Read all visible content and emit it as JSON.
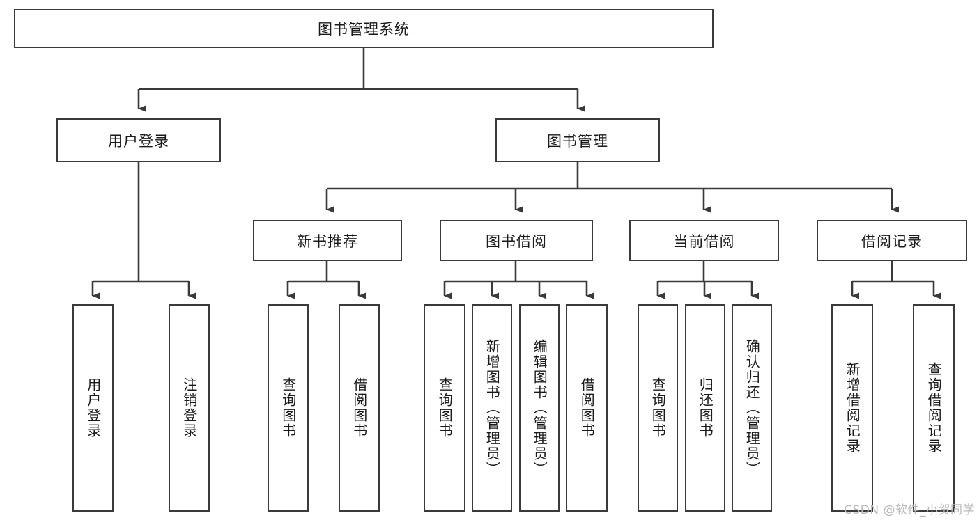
{
  "diagram": {
    "type": "tree-hierarchy",
    "title": "图书管理系统",
    "watermark": "CSDN @软件_小贺同学",
    "colors": {
      "border": "#3a3a3a",
      "background": "#ffffff",
      "text": "#1a1a1a",
      "watermark": "#b9b9b9"
    },
    "nodes": {
      "root": {
        "label": "图书管理系统",
        "level": 1,
        "orientation": "horizontal"
      },
      "l2_user_login": {
        "label": "用户登录",
        "level": 2,
        "orientation": "horizontal"
      },
      "l2_book_manage": {
        "label": "图书管理",
        "level": 2,
        "orientation": "horizontal"
      },
      "l3_new_book_rec": {
        "label": "新书推荐",
        "level": 3,
        "orientation": "horizontal"
      },
      "l3_book_borrow": {
        "label": "图书借阅",
        "level": 3,
        "orientation": "horizontal"
      },
      "l3_current_borrow": {
        "label": "当前借阅",
        "level": 3,
        "orientation": "horizontal"
      },
      "l3_borrow_record": {
        "label": "借阅记录",
        "level": 3,
        "orientation": "horizontal"
      },
      "leaf_user_login": {
        "label": "用户登录",
        "level": 4,
        "orientation": "vertical"
      },
      "leaf_logout": {
        "label": "注销登录",
        "level": 4,
        "orientation": "vertical"
      },
      "leaf_query_book_1": {
        "label": "查询图书",
        "level": 4,
        "orientation": "vertical"
      },
      "leaf_borrow_book_1": {
        "label": "借阅图书",
        "level": 4,
        "orientation": "vertical"
      },
      "leaf_query_book_2": {
        "label": "查询图书",
        "level": 4,
        "orientation": "vertical"
      },
      "leaf_add_book": {
        "label": "新增图书（管理员）",
        "level": 4,
        "orientation": "vertical"
      },
      "leaf_edit_book": {
        "label": "编辑图书（管理员）",
        "level": 4,
        "orientation": "vertical"
      },
      "leaf_borrow_book_2": {
        "label": "借阅图书",
        "level": 4,
        "orientation": "vertical"
      },
      "leaf_query_book_3": {
        "label": "查询图书",
        "level": 4,
        "orientation": "vertical"
      },
      "leaf_return_book": {
        "label": "归还图书",
        "level": 4,
        "orientation": "vertical"
      },
      "leaf_confirm_return": {
        "label": "确认归还（管理员）",
        "level": 4,
        "orientation": "vertical"
      },
      "leaf_add_record": {
        "label": "新增借阅记录",
        "level": 4,
        "orientation": "vertical"
      },
      "leaf_query_record": {
        "label": "查询借阅记录",
        "level": 4,
        "orientation": "vertical"
      }
    },
    "edges": [
      {
        "from": "root",
        "to": "l2_user_login"
      },
      {
        "from": "root",
        "to": "l2_book_manage"
      },
      {
        "from": "l2_user_login",
        "to": "leaf_user_login"
      },
      {
        "from": "l2_user_login",
        "to": "leaf_logout"
      },
      {
        "from": "l2_book_manage",
        "to": "l3_new_book_rec"
      },
      {
        "from": "l2_book_manage",
        "to": "l3_book_borrow"
      },
      {
        "from": "l2_book_manage",
        "to": "l3_current_borrow"
      },
      {
        "from": "l2_book_manage",
        "to": "l3_borrow_record"
      },
      {
        "from": "l3_new_book_rec",
        "to": "leaf_query_book_1"
      },
      {
        "from": "l3_new_book_rec",
        "to": "leaf_borrow_book_1"
      },
      {
        "from": "l3_book_borrow",
        "to": "leaf_query_book_2"
      },
      {
        "from": "l3_book_borrow",
        "to": "leaf_add_book"
      },
      {
        "from": "l3_book_borrow",
        "to": "leaf_edit_book"
      },
      {
        "from": "l3_book_borrow",
        "to": "leaf_borrow_book_2"
      },
      {
        "from": "l3_current_borrow",
        "to": "leaf_query_book_3"
      },
      {
        "from": "l3_current_borrow",
        "to": "leaf_return_book"
      },
      {
        "from": "l3_current_borrow",
        "to": "leaf_confirm_return"
      },
      {
        "from": "l3_borrow_record",
        "to": "leaf_add_record"
      },
      {
        "from": "l3_borrow_record",
        "to": "leaf_query_record"
      }
    ]
  }
}
